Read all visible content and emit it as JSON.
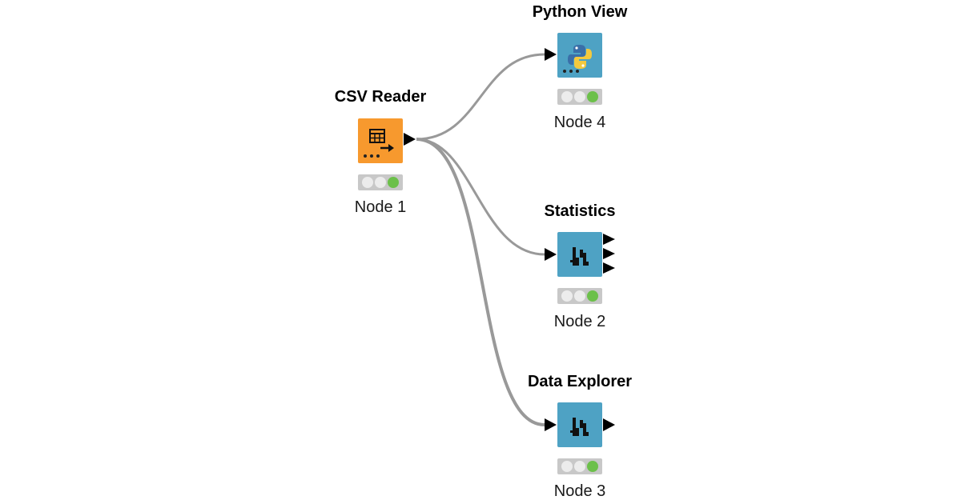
{
  "workflow": {
    "connection_color": "#999999",
    "nodes": [
      {
        "id": "csv",
        "title": "CSV Reader",
        "label": "Node 1",
        "color": "#f7992e",
        "icon": "table-arrow-icon",
        "status": [
          "inactive",
          "inactive",
          "executed"
        ]
      },
      {
        "id": "python",
        "title": "Python View",
        "label": "Node 4",
        "color": "#4ea2c4",
        "icon": "python-logo-icon",
        "status": [
          "inactive",
          "inactive",
          "executed"
        ]
      },
      {
        "id": "stats",
        "title": "Statistics",
        "label": "Node 2",
        "color": "#4ea2c4",
        "icon": "statistics-icon",
        "status": [
          "inactive",
          "inactive",
          "executed"
        ]
      },
      {
        "id": "explorer",
        "title": "Data Explorer",
        "label": "Node 3",
        "color": "#4ea2c4",
        "icon": "statistics-icon",
        "status": [
          "inactive",
          "inactive",
          "executed"
        ]
      }
    ],
    "connections": [
      {
        "from": "CSV Reader",
        "to": "Python View"
      },
      {
        "from": "CSV Reader",
        "to": "Statistics"
      },
      {
        "from": "CSV Reader",
        "to": "Data Explorer"
      }
    ]
  }
}
